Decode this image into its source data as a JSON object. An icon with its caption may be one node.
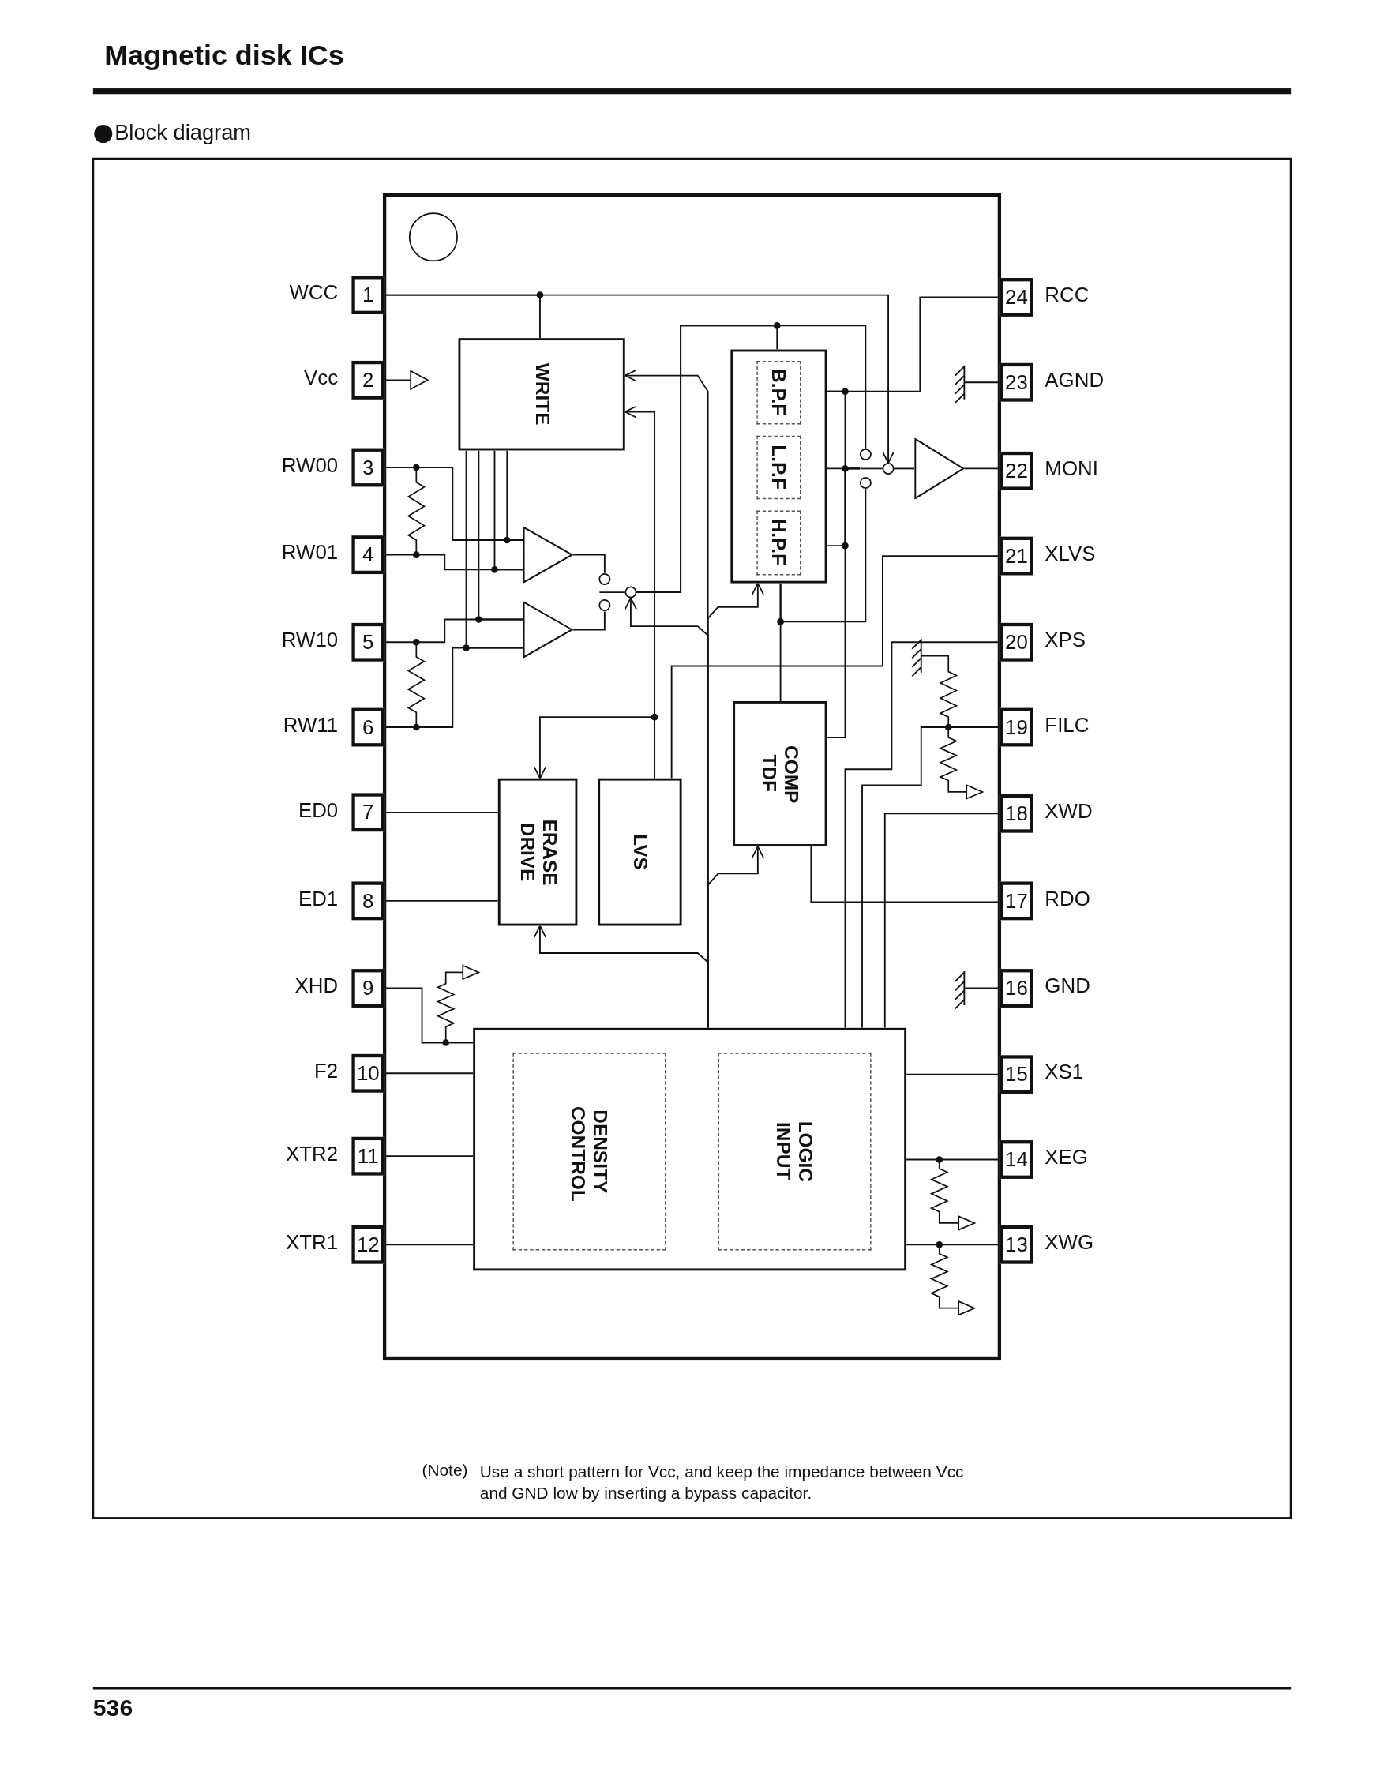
{
  "diagram": {
    "title": "Magnetic disk ICs",
    "nodes": [
      {
        "text": [
          "1"
        ],
        "beside": [
          "WCC"
        ]
      },
      {
        "text": [
          "2"
        ],
        "beside": [
          "Vcc"
        ]
      },
      {
        "text": [
          "3"
        ],
        "beside": [
          "RW00"
        ]
      },
      {
        "text": [
          "4"
        ],
        "beside": [
          "RW01"
        ]
      },
      {
        "text": [
          "5"
        ],
        "beside": [
          "RW10"
        ]
      },
      {
        "text": [
          "6"
        ],
        "beside": [
          "RW11"
        ]
      },
      {
        "text": [
          "7"
        ],
        "beside": [
          "ED0"
        ]
      },
      {
        "text": [
          "8"
        ],
        "beside": [
          "ED1"
        ]
      },
      {
        "text": [
          "9"
        ],
        "beside": [
          "XHD"
        ]
      },
      {
        "text": [
          "10"
        ],
        "beside": [
          "F2"
        ]
      },
      {
        "text": [
          "11"
        ],
        "beside": [
          "XTR2"
        ]
      },
      {
        "text": [
          "12"
        ],
        "beside": [
          "XTR1"
        ]
      },
      {
        "text": [
          "13"
        ],
        "beside": [
          "XWG"
        ]
      },
      {
        "text": [
          "14"
        ],
        "beside": [
          "XEG"
        ]
      },
      {
        "text": [
          "15"
        ],
        "beside": [
          "XS1"
        ]
      },
      {
        "text": [
          "16"
        ],
        "beside": [
          "GND"
        ]
      },
      {
        "text": [
          "17"
        ],
        "beside": [
          "RDO"
        ]
      },
      {
        "text": [
          "18"
        ],
        "beside": [
          "XWD"
        ]
      },
      {
        "text": [
          "19"
        ],
        "beside": [
          "FILC"
        ]
      },
      {
        "text": [
          "20"
        ],
        "beside": [
          "XPS"
        ]
      },
      {
        "text": [
          "21"
        ],
        "beside": [
          "XLVS"
        ]
      },
      {
        "text": [
          "22"
        ],
        "beside": [
          "MONI"
        ]
      },
      {
        "text": [
          "23"
        ],
        "beside": [
          "AGND"
        ]
      },
      {
        "text": [
          "24"
        ],
        "beside": [
          "RCC"
        ]
      },
      {
        "text": [
          "WRITE"
        ]
      },
      {
        "text": [],
        "shape": "box"
      },
      {
        "text": [
          "B.P.F"
        ],
        "in": 25
      },
      {
        "text": [
          "L.P.F"
        ],
        "in": 25
      },
      {
        "text": [
          "H.P.F"
        ],
        "in": 25
      },
      {
        "text": [
          "COMP TDF"
        ]
      },
      {
        "text": [
          "ERASE DRIVE"
        ]
      },
      {
        "text": [
          "LVS"
        ]
      },
      {
        "text": [],
        "shape": "box"
      },
      {
        "text": [
          "DENSITY CONTROL"
        ],
        "in": 32
      },
      {
        "text": [
          "LOGIC INPUT"
        ],
        "in": 32
      },
      {
        "text": [],
        "shape": "triangle"
      },
      {
        "text": [],
        "shape": "triangle"
      },
      {
        "text": [],
        "shape": "triangle"
      },
      {
        "text": [],
        "shape": "switch"
      },
      {
        "text": [],
        "shape": "switch"
      }
    ],
    "edges": [
      {
        "from": 0,
        "to": 24,
        "arrow": "none"
      },
      {
        "from": 0,
        "to": 39,
        "arrow": "to"
      },
      {
        "from": 23,
        "to": 26,
        "arrow": "none"
      },
      {
        "from": 26,
        "to": 39,
        "arrow": "none"
      },
      {
        "from": 27,
        "to": 39,
        "arrow": "none"
      },
      {
        "from": 28,
        "to": 39,
        "arrow": "none"
      },
      {
        "from": 39,
        "to": 37,
        "arrow": "none"
      },
      {
        "from": 37,
        "to": 21,
        "arrow": "none"
      },
      {
        "from": 2,
        "to": 35,
        "arrow": "none"
      },
      {
        "from": 3,
        "to": 35,
        "arrow": "none"
      },
      {
        "from": 4,
        "to": 36,
        "arrow": "none"
      },
      {
        "from": 5,
        "to": 36,
        "arrow": "none"
      },
      {
        "from": 24,
        "to": 35,
        "arrow": "none"
      },
      {
        "from": 24,
        "to": 35,
        "arrow": "none"
      },
      {
        "from": 24,
        "to": 36,
        "arrow": "none"
      },
      {
        "from": 24,
        "to": 36,
        "arrow": "none"
      },
      {
        "from": 35,
        "to": 38,
        "arrow": "none"
      },
      {
        "from": 36,
        "to": 38,
        "arrow": "none"
      },
      {
        "from": 38,
        "to": 25,
        "arrow": "none"
      },
      {
        "from": 38,
        "to": 39,
        "arrow": "none"
      },
      {
        "from": 25,
        "to": 29,
        "arrow": "none"
      },
      {
        "from": 25,
        "to": 39,
        "arrow": "none"
      },
      {
        "from": 32,
        "to": 24,
        "arrow": "to"
      },
      {
        "from": 32,
        "to": 38,
        "arrow": "to"
      },
      {
        "from": 32,
        "to": 25,
        "arrow": "to"
      },
      {
        "from": 32,
        "to": 29,
        "arrow": "to"
      },
      {
        "from": 32,
        "to": 30,
        "arrow": "to"
      },
      {
        "from": 31,
        "to": 24,
        "arrow": "to"
      },
      {
        "from": 31,
        "to": 30,
        "arrow": "to"
      },
      {
        "from": 31,
        "to": 20,
        "arrow": "none"
      },
      {
        "from": 29,
        "to": 16,
        "arrow": "none"
      },
      {
        "from": 29,
        "to": 39,
        "arrow": "none"
      },
      {
        "from": 32,
        "to": 19,
        "arrow": "none"
      },
      {
        "from": 32,
        "to": 18,
        "arrow": "none"
      },
      {
        "from": 32,
        "to": 17,
        "arrow": "none"
      },
      {
        "from": 14,
        "to": 32,
        "arrow": "none"
      },
      {
        "from": 13,
        "to": 32,
        "arrow": "none"
      },
      {
        "from": 12,
        "to": 32,
        "arrow": "none"
      },
      {
        "from": 8,
        "to": 32,
        "arrow": "none"
      },
      {
        "from": 9,
        "to": 32,
        "arrow": "none"
      },
      {
        "from": 10,
        "to": 32,
        "arrow": "none"
      },
      {
        "from": 11,
        "to": 32,
        "arrow": "none"
      },
      {
        "from": 6,
        "to": 30,
        "arrow": "none"
      },
      {
        "from": 7,
        "to": 30,
        "arrow": "none"
      }
    ],
    "labels": [
      "Block diagram",
      "(Note)",
      "Use a short pattern for Vcc, and keep the impedance between Vcc and GND low by inserting a bypass capacitor.",
      "536"
    ]
  }
}
